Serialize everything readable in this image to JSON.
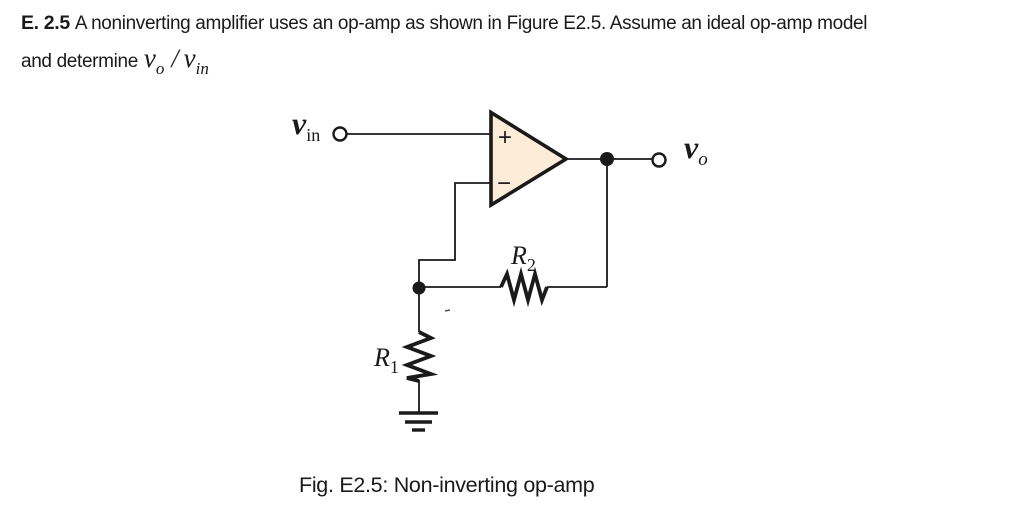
{
  "problem": {
    "number": "E. 2.5",
    "line1": "A noninverting amplifier uses an op-amp as shown in Figure E2.5. Assume an ideal op-amp model",
    "line2_prefix": "and determine",
    "ratio": {
      "numerator_main": "v",
      "numerator_sub": "o",
      "slash": "/",
      "denominator_main": "v",
      "denominator_sub": "in"
    }
  },
  "circuit": {
    "input_label": {
      "main": "v",
      "sub": "in"
    },
    "output_label": {
      "main": "v",
      "sub": "o"
    },
    "r1_label": {
      "main": "R",
      "sub": "1"
    },
    "r2_label": {
      "main": "R",
      "sub": "2"
    },
    "opamp": {
      "plus_marker": "+",
      "minus_marker": "−"
    },
    "colors": {
      "opamp_fill": "#fdecd8",
      "ink": "#1a1a1a"
    }
  },
  "caption": "Fig. E2.5: Non-inverting op-amp"
}
